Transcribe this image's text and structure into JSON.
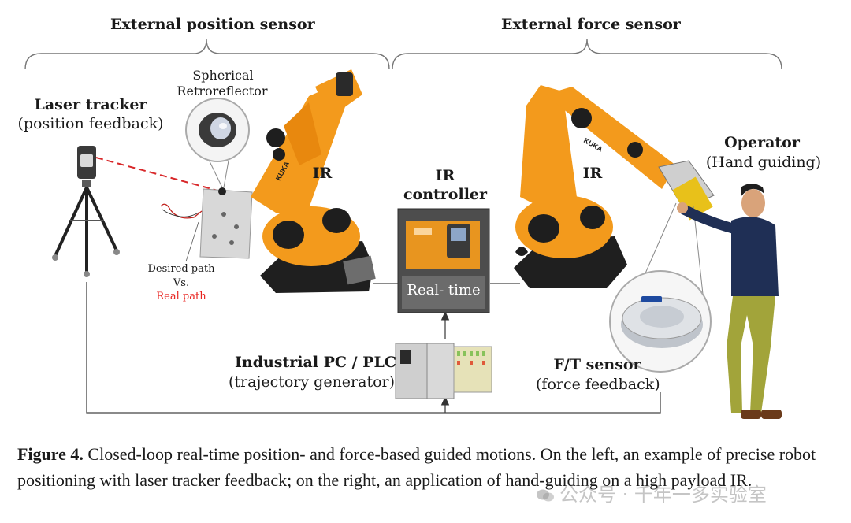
{
  "headers": {
    "left": "External position sensor",
    "right": "External force sensor"
  },
  "labels": {
    "laser_tracker_title": "Laser tracker",
    "laser_tracker_sub": "(position feedback)",
    "retroreflector_line1": "Spherical",
    "retroreflector_line2": "Retroreflector",
    "ir_left": "IR",
    "ir_right": "IR",
    "controller_line1": "IR",
    "controller_line2": "controller",
    "realtime": "Real- time",
    "desired_path": "Desired path",
    "vs": "Vs.",
    "real_path": "Real path",
    "pc_title": "Industrial PC / PLC",
    "pc_sub": "(trajectory generator)",
    "ft_title": "F/T sensor",
    "ft_sub": "(force feedback)",
    "operator_title": "Operator",
    "operator_sub": "(Hand guiding)"
  },
  "caption": {
    "label": "Figure 4.",
    "text": " Closed-loop real-time position- and force-based guided motions. On the left, an example of precise robot positioning with laser tracker feedback; on the right, an application of hand-guiding on a high payload IR."
  },
  "watermark": "公众号 · 千年一多实验室",
  "colors": {
    "robot_orange": "#f39a1c",
    "robot_dark": "#1e1e1e",
    "real_path": "#e8231f",
    "laser_beam": "#d8282a",
    "operator_shirt": "#1f2f55",
    "operator_pants": "#a2a43a"
  }
}
